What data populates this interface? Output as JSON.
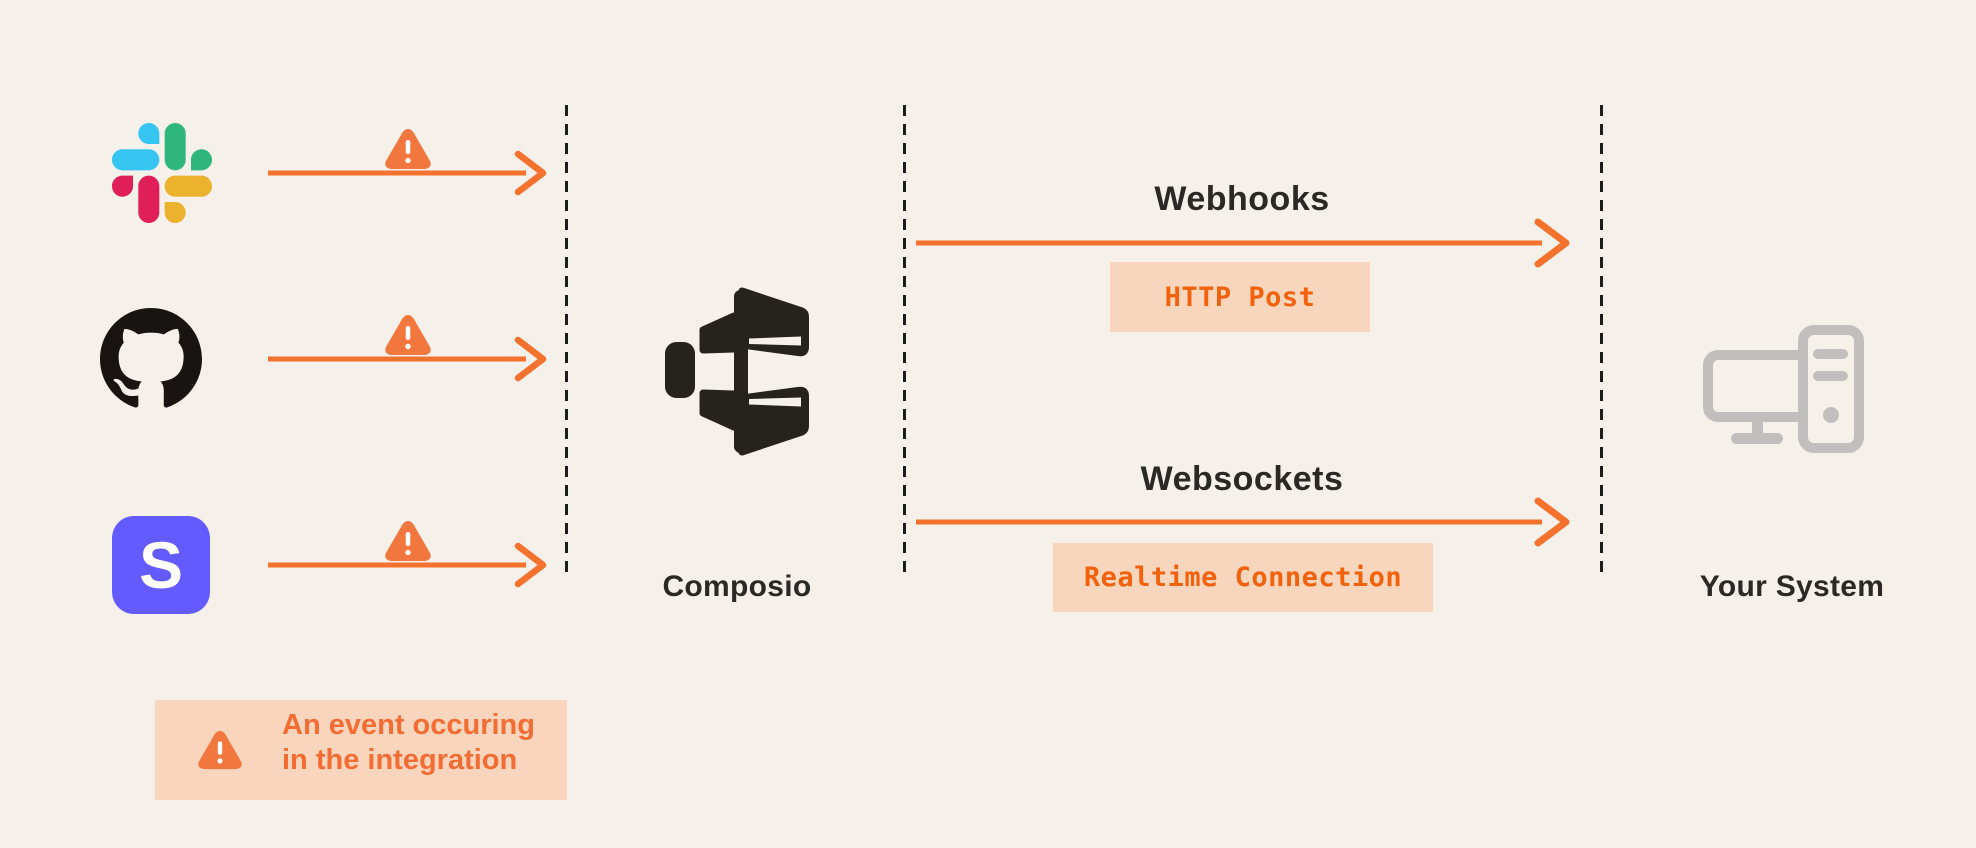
{
  "diagram": {
    "palette": {
      "background": "#F5F1EA",
      "arrow_orange": "#F4722E",
      "tag_box_bg": "#F8D6BE",
      "tag_text_orange": "#F2610B",
      "legend_box_bg": "#F8D5BC",
      "legend_text_orange": "#F26C33",
      "dark_text": "#2B2926",
      "logo_black": "#26231E",
      "stripe_purple": "#635BFF",
      "computer_gray": "#C0BFBD",
      "dash_color": "#1C1C1C"
    },
    "sources": [
      {
        "name": "slack",
        "icon": "slack-icon"
      },
      {
        "name": "github",
        "icon": "github-icon"
      },
      {
        "name": "stripe",
        "icon": "stripe-icon",
        "letter": "S"
      }
    ],
    "hub": {
      "label": "Composio",
      "icon": "composio-logo"
    },
    "channels": [
      {
        "title": "Webhooks",
        "tag": "HTTP Post"
      },
      {
        "title": "Websockets",
        "tag": "Realtime Connection"
      }
    ],
    "destination": {
      "label": "Your System",
      "icon": "computer-icon"
    },
    "legend": {
      "icon": "warning-triangle-icon",
      "line1": "An event occuring",
      "line2": "in the integration"
    }
  }
}
